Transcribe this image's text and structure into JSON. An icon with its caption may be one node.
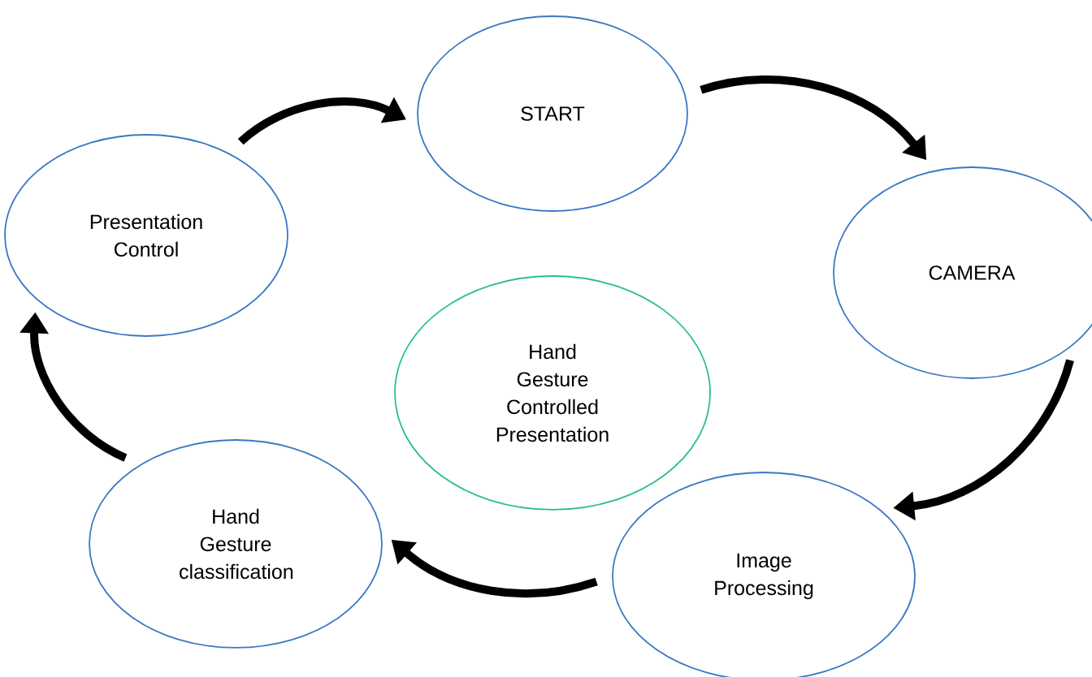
{
  "diagram": {
    "nodes": [
      {
        "text": [
          "START"
        ]
      },
      {
        "text": [
          "Presentation Control"
        ]
      },
      {
        "text": [
          "CAMERA"
        ]
      },
      {
        "text": [
          "Hand Gesture Controlled Presentation"
        ]
      },
      {
        "text": [
          "Hand Gesture classification"
        ]
      },
      {
        "text": [
          "Image Processing"
        ]
      }
    ],
    "edges": [
      {
        "from": 1,
        "to": 0,
        "arrow": "to"
      },
      {
        "from": 0,
        "to": 2,
        "arrow": "to"
      },
      {
        "from": 2,
        "to": 5,
        "arrow": "to"
      },
      {
        "from": 5,
        "to": 4,
        "arrow": "to"
      },
      {
        "from": 4,
        "to": 1,
        "arrow": "to"
      }
    ]
  }
}
